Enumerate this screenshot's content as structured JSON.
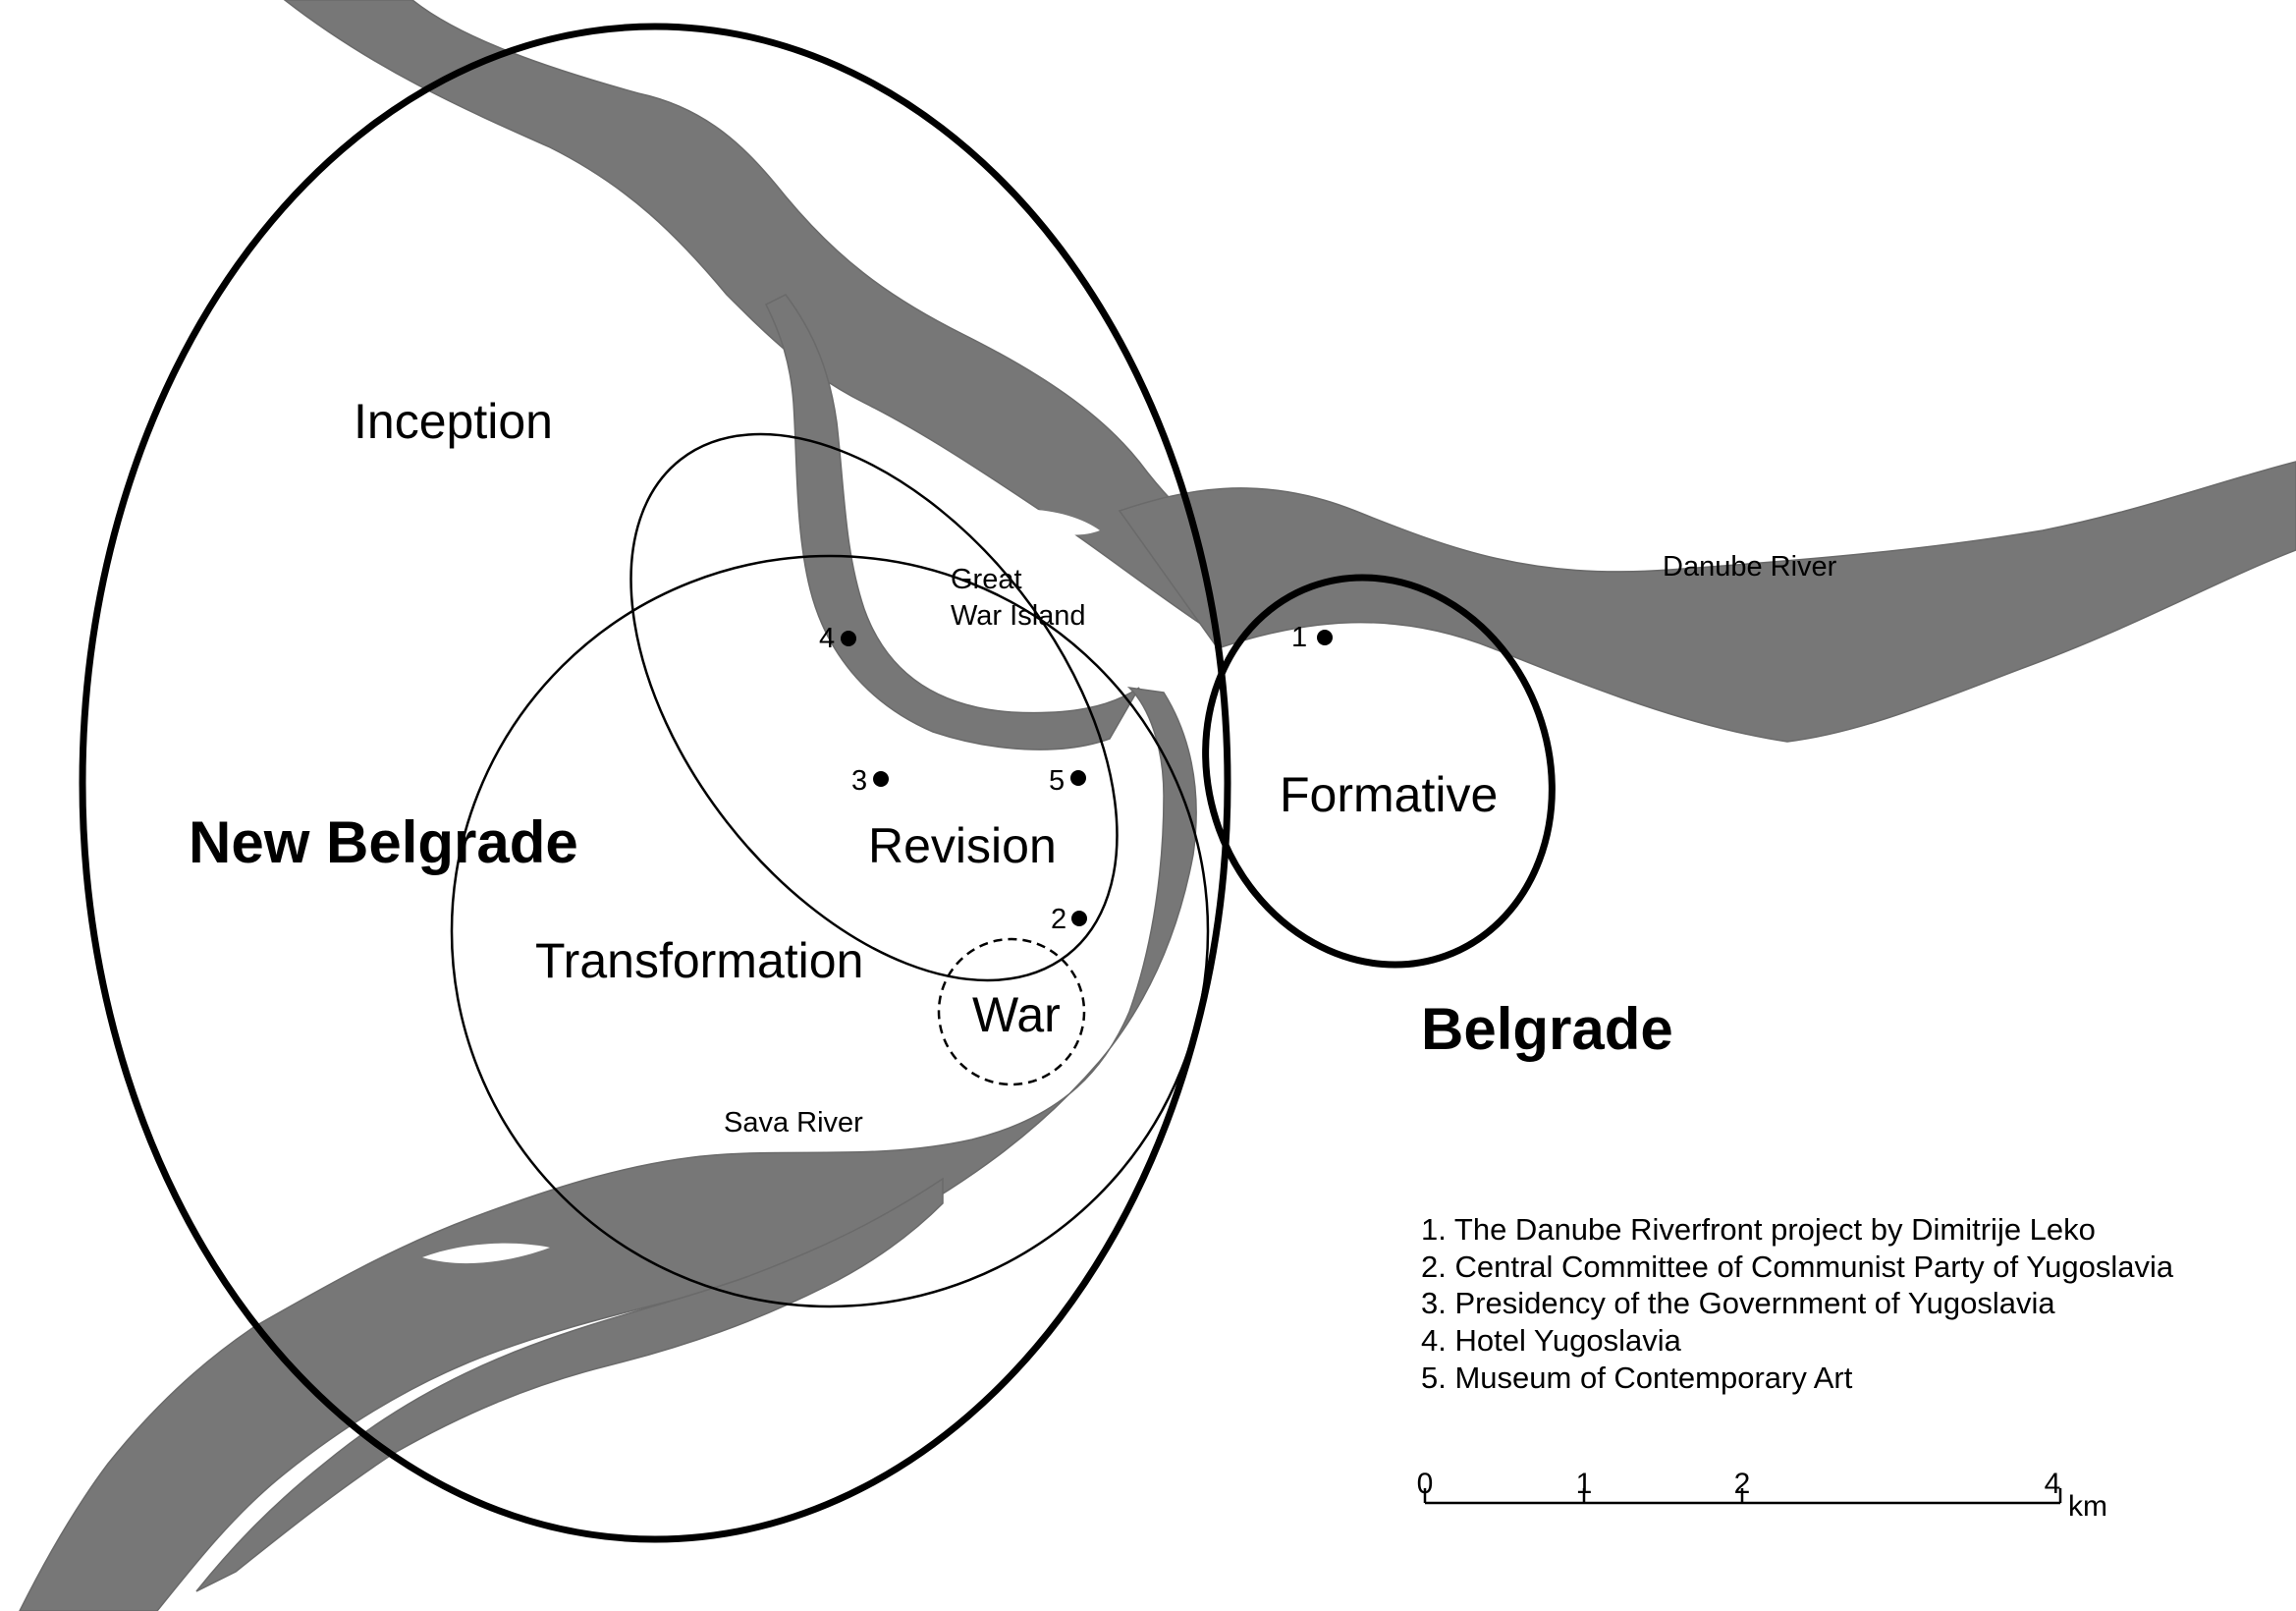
{
  "zones": {
    "inception": "Inception",
    "formative": "Formative",
    "transformation": "Transformation",
    "revision": "Revision",
    "war": "War"
  },
  "cities": {
    "new_belgrade": "New Belgrade",
    "belgrade": "Belgrade"
  },
  "rivers": {
    "danube": "Danube River",
    "sava": "Sava River"
  },
  "island": {
    "line1": "Great",
    "line2": "War Island"
  },
  "sites": [
    {
      "number": "1",
      "name": "The Danube Riverfront project by Dimitrije Leko"
    },
    {
      "number": "2",
      "name": "Central Committee of Communist Party of Yugoslavia"
    },
    {
      "number": "3",
      "name": "Presidency of the Government of Yugoslavia"
    },
    {
      "number": "4",
      "name": "Hotel Yugoslavia"
    },
    {
      "number": "5",
      "name": "Museum of Contemporary Art"
    }
  ],
  "legend": [
    "1.  The Danube Riverfront project by Dimitrije Leko",
    "2.  Central Committee of Communist Party of Yugoslavia",
    "3.  Presidency of the Government of Yugoslavia",
    "4.  Hotel Yugoslavia",
    "5.  Museum of Contemporary Art"
  ],
  "scale_bar": {
    "ticks": [
      "0",
      "1",
      "2",
      "4"
    ],
    "unit": "km"
  },
  "colors": {
    "river": "#777777",
    "background": "#ffffff",
    "ink": "#000000"
  }
}
